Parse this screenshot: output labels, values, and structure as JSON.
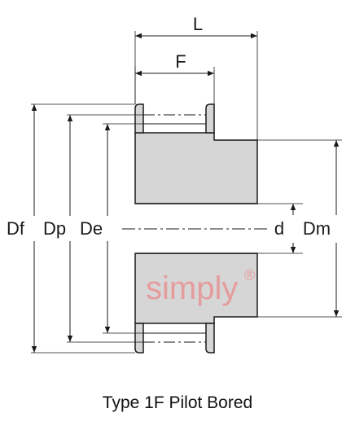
{
  "diagram": {
    "caption": "Type 1F Pilot Bored",
    "labels": {
      "L": "L",
      "F": "F",
      "Df": "Df",
      "Dp": "Dp",
      "De": "De",
      "d": "d",
      "Dm": "Dm"
    },
    "watermark": "simply",
    "watermark_mark": "®",
    "colors": {
      "body_fill": "#d6d6d6",
      "outline": "#1a1a1a",
      "dimension_line": "#1a1a1a",
      "watermark": "#e59c9c"
    }
  }
}
